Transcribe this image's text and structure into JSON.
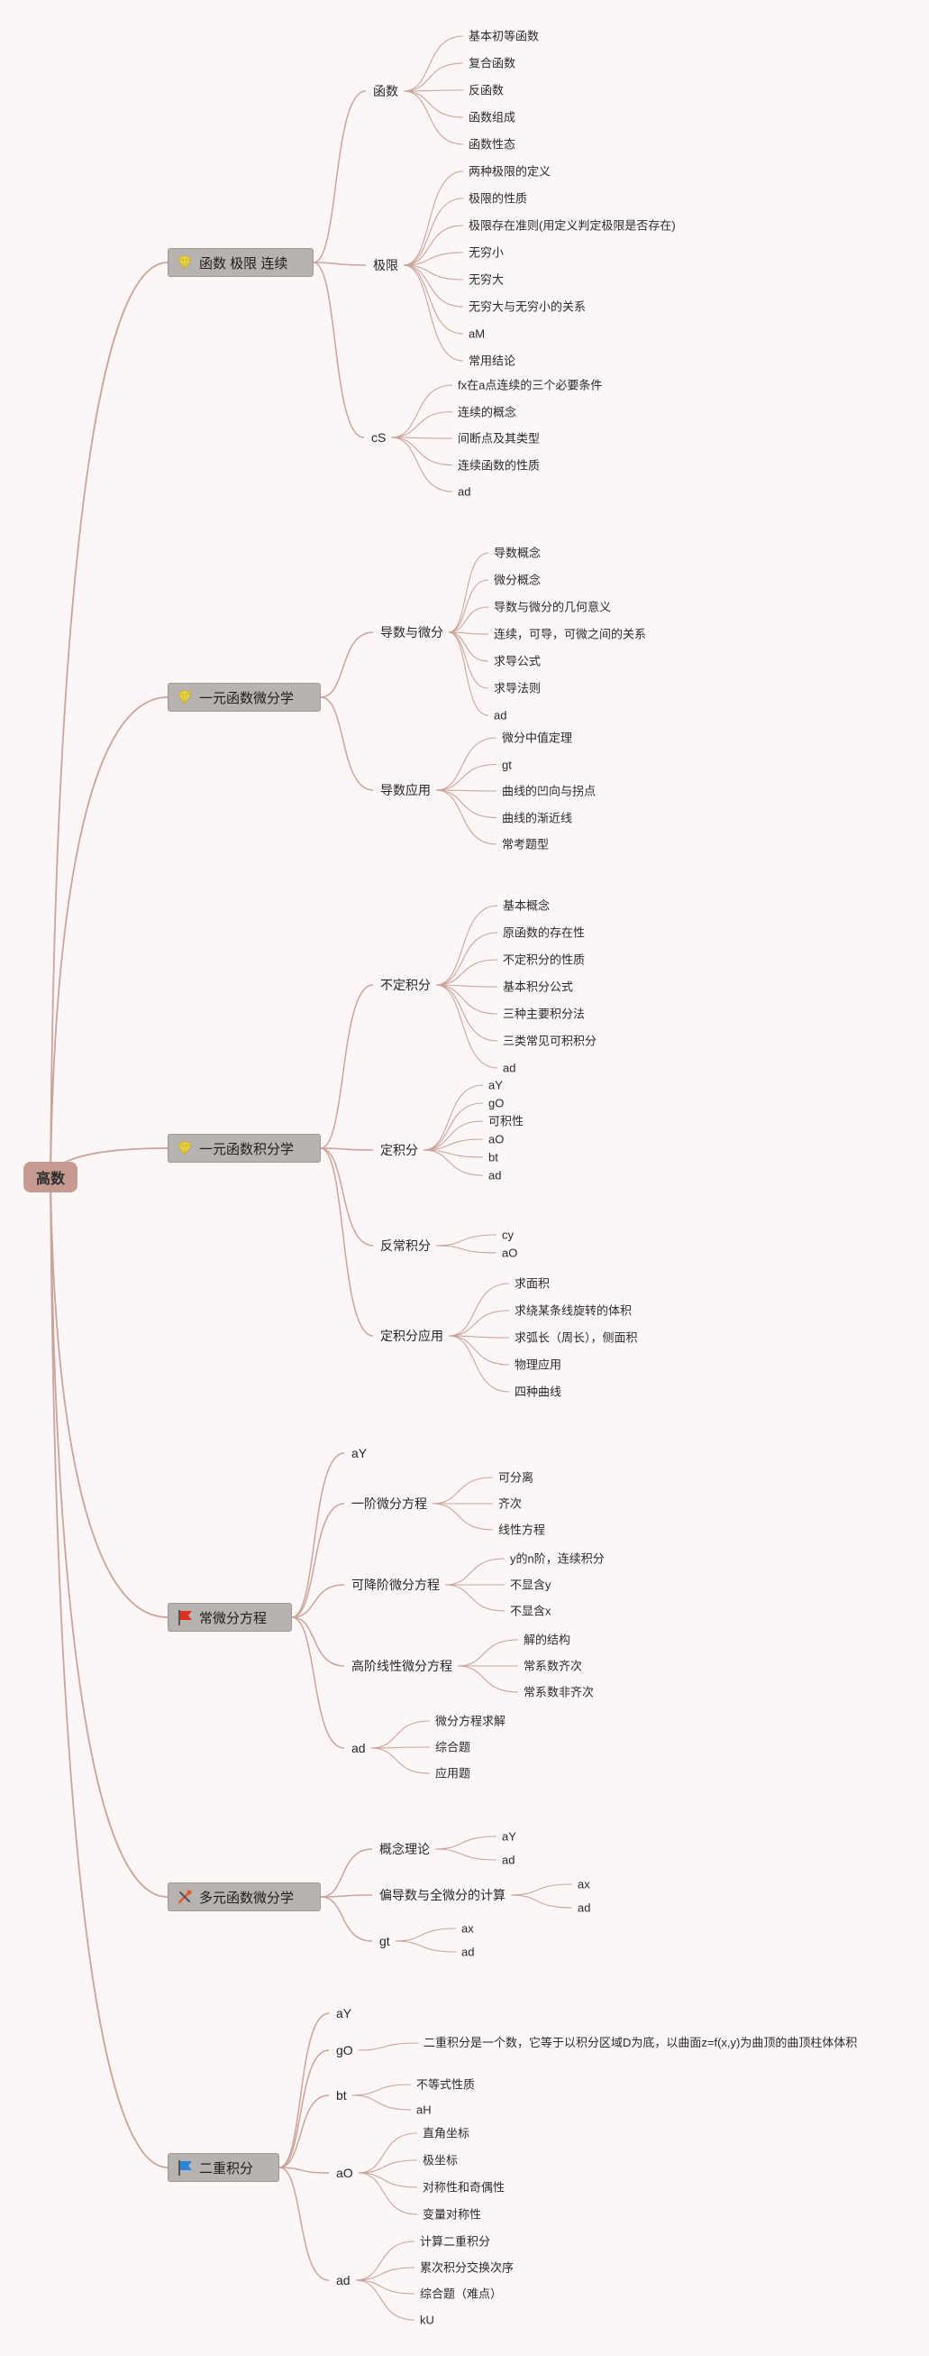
{
  "root": {
    "label": "高数"
  },
  "branches": [
    {
      "label": "函数 极限 连续",
      "icon": "diamond-icon",
      "children": [
        {
          "label": "函数",
          "leaves": [
            "基本初等函数",
            "复合函数",
            "反函数",
            "函数组成",
            "函数性态"
          ]
        },
        {
          "label": "极限",
          "leaves": [
            "两种极限的定义",
            "极限的性质",
            "极限存在准则(用定义判定极限是否存在)",
            "无穷小",
            "无穷大",
            "无穷大与无穷小的关系",
            "aM",
            "常用结论"
          ]
        },
        {
          "label": "cS",
          "leaves": [
            "fx在a点连续的三个必要条件",
            "连续的概念",
            "间断点及其类型",
            "连续函数的性质",
            "ad"
          ]
        }
      ]
    },
    {
      "label": "一元函数微分学",
      "icon": "diamond-icon",
      "children": [
        {
          "label": "导数与微分",
          "leaves": [
            "导数概念",
            "微分概念",
            "导数与微分的几何意义",
            "连续，可导，可微之间的关系",
            "求导公式",
            "求导法则",
            "ad"
          ]
        },
        {
          "label": "导数应用",
          "leaves": [
            "微分中值定理",
            "gt",
            "曲线的凹向与拐点",
            "曲线的渐近线",
            "常考题型"
          ]
        }
      ]
    },
    {
      "label": "一元函数积分学",
      "icon": "diamond-icon",
      "children": [
        {
          "label": "不定积分",
          "leaves": [
            "基本概念",
            "原函数的存在性",
            "不定积分的性质",
            "基本积分公式",
            "三种主要积分法",
            "三类常见可积积分",
            "ad"
          ]
        },
        {
          "label": "定积分",
          "leaves": [
            "aY",
            "gO",
            "可积性",
            "aO",
            "bt",
            "ad"
          ]
        },
        {
          "label": "反常积分",
          "leaves": [
            "cy",
            "aO"
          ]
        },
        {
          "label": "定积分应用",
          "leaves": [
            "求面积",
            "求绕某条线旋转的体积",
            "求弧长（周长），侧面积",
            "物理应用",
            "四种曲线"
          ]
        }
      ]
    },
    {
      "label": "常微分方程",
      "icon": "flag-icon",
      "children": [
        {
          "label": "aY",
          "leaves": []
        },
        {
          "label": "一阶微分方程",
          "leaves": [
            "可分离",
            "齐次",
            "线性方程"
          ]
        },
        {
          "label": "可降阶微分方程",
          "leaves": [
            "y的n阶，连续积分",
            "不显含y",
            "不显含x"
          ]
        },
        {
          "label": "高阶线性微分方程",
          "leaves": [
            "解的结构",
            "常系数齐次",
            "常系数非齐次"
          ]
        },
        {
          "label": "ad",
          "leaves": [
            "微分方程求解",
            "综合题",
            "应用题"
          ]
        }
      ]
    },
    {
      "label": "多元函数微分学",
      "icon": "tools-icon",
      "children": [
        {
          "label": "概念理论",
          "leaves": [
            "aY",
            "ad"
          ]
        },
        {
          "label": "偏导数与全微分的计算",
          "leaves": [
            "ax",
            "ad"
          ]
        },
        {
          "label": "gt",
          "leaves": [
            "ax",
            "ad"
          ]
        }
      ]
    },
    {
      "label": "二重积分",
      "icon": "flag-icon",
      "children": [
        {
          "label": "aY",
          "leaves": []
        },
        {
          "label": "gO",
          "leaves": [
            "二重积分是一个数，它等于以积分区域D为底，以曲面z=f(x,y)为曲顶的曲顶柱体体积"
          ]
        },
        {
          "label": "bt",
          "leaves": [
            "不等式性质",
            "aH"
          ]
        },
        {
          "label": "aO",
          "leaves": [
            "直角坐标",
            "极坐标",
            "对称性和奇偶性",
            "变量对称性"
          ]
        },
        {
          "label": "ad",
          "leaves": [
            "计算二重积分",
            "累次积分交换次序",
            "综合题（难点）",
            "kU"
          ]
        }
      ]
    }
  ],
  "colors": {
    "line": "#c9a49b",
    "root_fill": "#c59a91",
    "node_fill": "#b8b2b0",
    "diamond": "#ecd64a",
    "flag_red": "#e0301e",
    "flag_blue": "#2a86d8",
    "tools": "#e25a2c"
  }
}
